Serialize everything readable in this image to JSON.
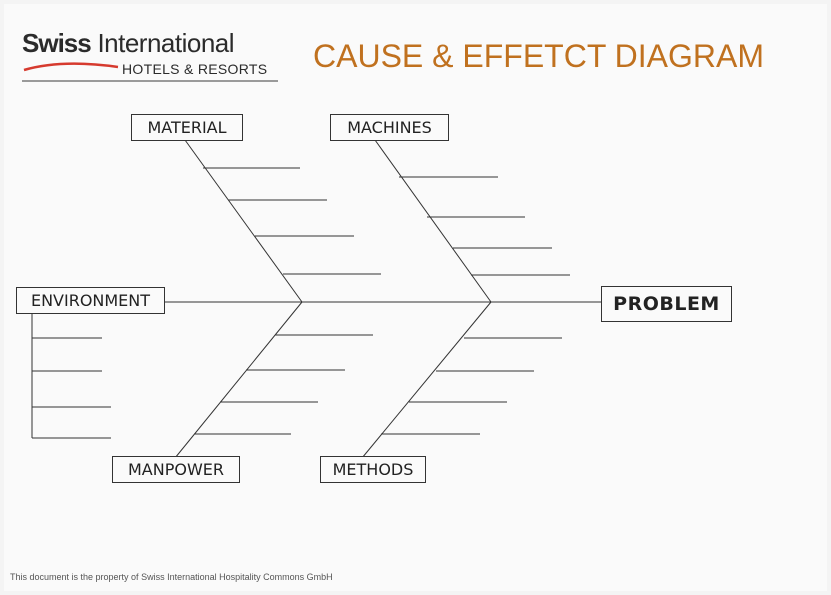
{
  "logo": {
    "brand_bold": "Swiss",
    "brand_rest": " International",
    "tagline": "HOTELS & RESORTS",
    "swoosh_color": "#d63a2e"
  },
  "title": "CAUSE & EFFETCT DIAGRAM",
  "title_color": "#c0711f",
  "categories": {
    "material": "MATERIAL",
    "machines": "MACHINES",
    "environment": "ENVIRONMENT",
    "manpower": "MANPOWER",
    "methods": "METHODS"
  },
  "effect": "PROBLEM",
  "footer": "This document is the property of Swiss International Hospitality Commons GmbH"
}
